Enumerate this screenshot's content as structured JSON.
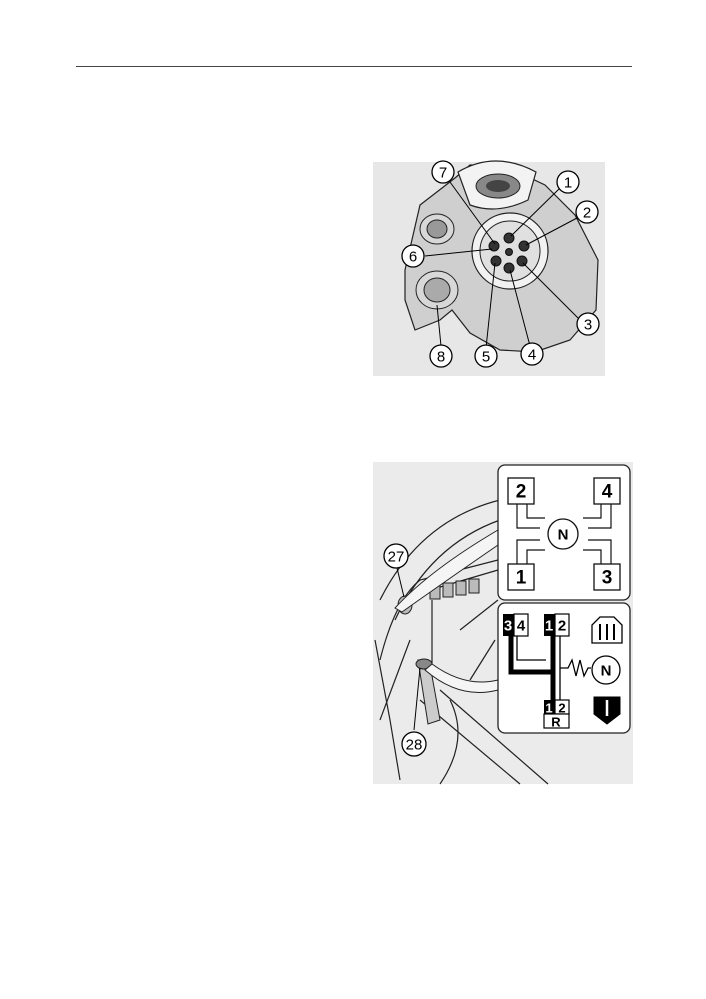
{
  "socket_callouts": [
    "1",
    "2",
    "3",
    "4",
    "5",
    "6",
    "7",
    "8"
  ],
  "cab_callouts": [
    "27",
    "28"
  ],
  "shift_pattern": {
    "gears": [
      "2",
      "4",
      "1",
      "3"
    ],
    "neutral": "N"
  },
  "range_pattern": {
    "top_left_dark": "3",
    "top_left_light": "4",
    "top_right_dark": "1",
    "top_right_light": "2",
    "bottom_dark": "1",
    "bottom_light": "2",
    "reverse": "R",
    "neutral": "N"
  }
}
